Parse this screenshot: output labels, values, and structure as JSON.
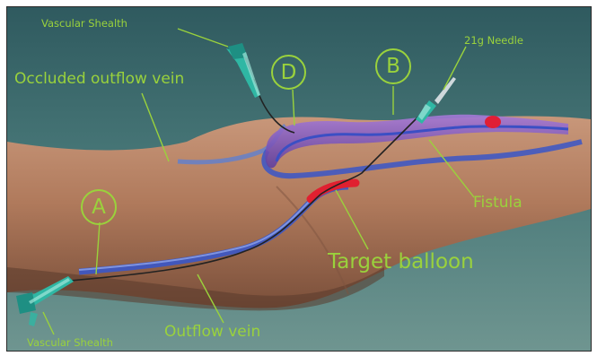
{
  "labels": {
    "vascular_sheath_top": "Vascular Shealth",
    "needle": "21g Needle",
    "occluded_vein": "Occluded outflow vein",
    "fistula": "Fistula",
    "target_balloon": "Target balloon",
    "outflow_vein": "Outflow vein",
    "vascular_sheath_bottom": "Vascular Shealth"
  },
  "markers": {
    "a": "A",
    "b": "B",
    "d": "D"
  },
  "colors": {
    "label_green": "#9ad23c",
    "background_teal": "#3f6e70",
    "arm_skin": "#b88468",
    "vein_blue": "#3a56c8",
    "fistula_purple": "#8a5ac0",
    "balloon_red": "#e02030",
    "sheath_teal": "#2fb7a4"
  }
}
